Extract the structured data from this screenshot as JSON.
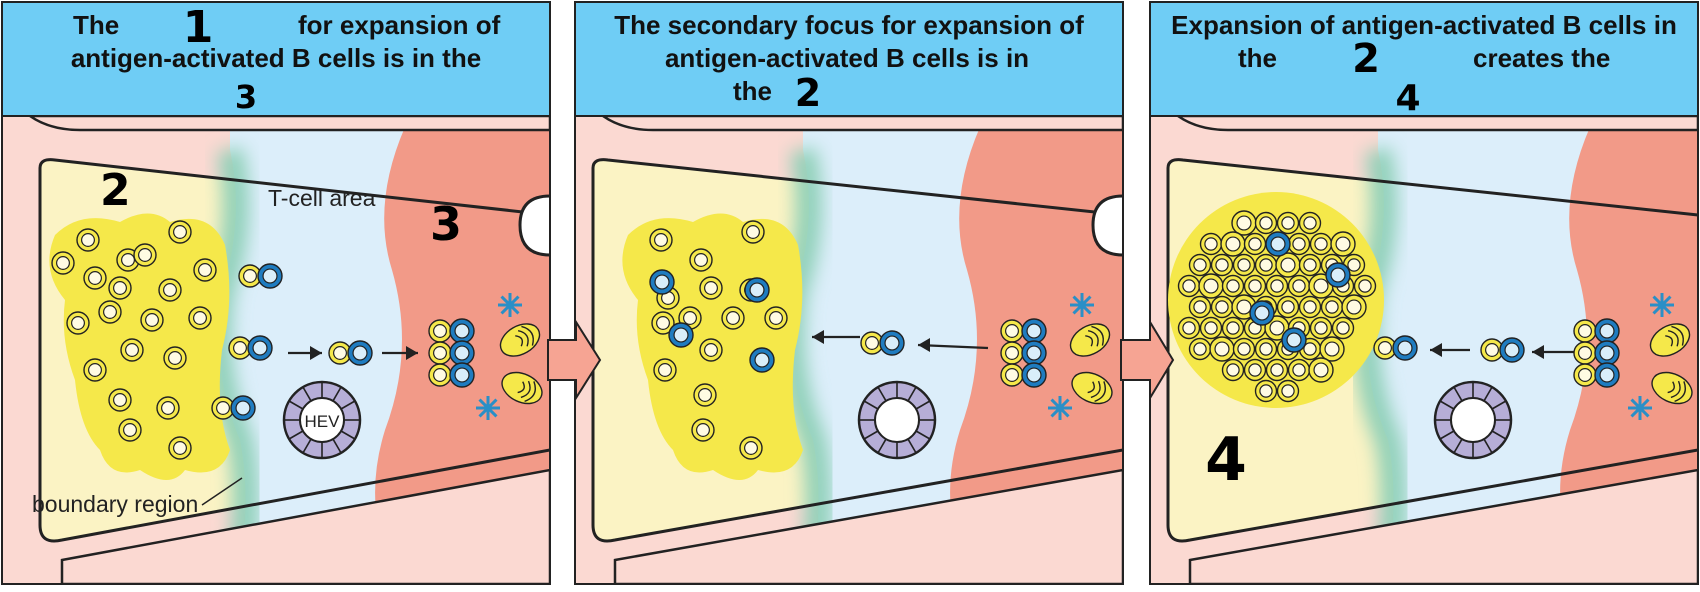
{
  "panels": [
    {
      "header_lines": [
        "The",
        "for expansion of",
        "antigen-activated B cells is in the"
      ],
      "hand_numbers": [
        "1",
        "3"
      ],
      "region_marks": [
        "2",
        "3"
      ],
      "labels": {
        "t_cell_area": "T-cell area",
        "boundary": "boundary region",
        "hev": "HEV"
      }
    },
    {
      "header_lines": [
        "The secondary focus for expansion of",
        "antigen-activated B cells is in",
        "the"
      ],
      "hand_numbers": [
        "2"
      ]
    },
    {
      "header_lines": [
        "Expansion of antigen-activated B cells in",
        "the",
        "creates the"
      ],
      "hand_numbers": [
        "2",
        "4"
      ],
      "region_marks": [
        "4"
      ]
    }
  ],
  "colors": {
    "header_bg": "#6fcdf5",
    "follicle": "#fbf3c4",
    "t_zone": "#dceefa",
    "boundary_band": "#8fd0b8",
    "red_pulp": "#f29a88",
    "outer_pink": "#fbd9d2",
    "b_cell": "#f5e84a",
    "activated_ring": "#1f7cc0",
    "hev": "#b6aed7",
    "arrow_pink": "#f6a493"
  }
}
